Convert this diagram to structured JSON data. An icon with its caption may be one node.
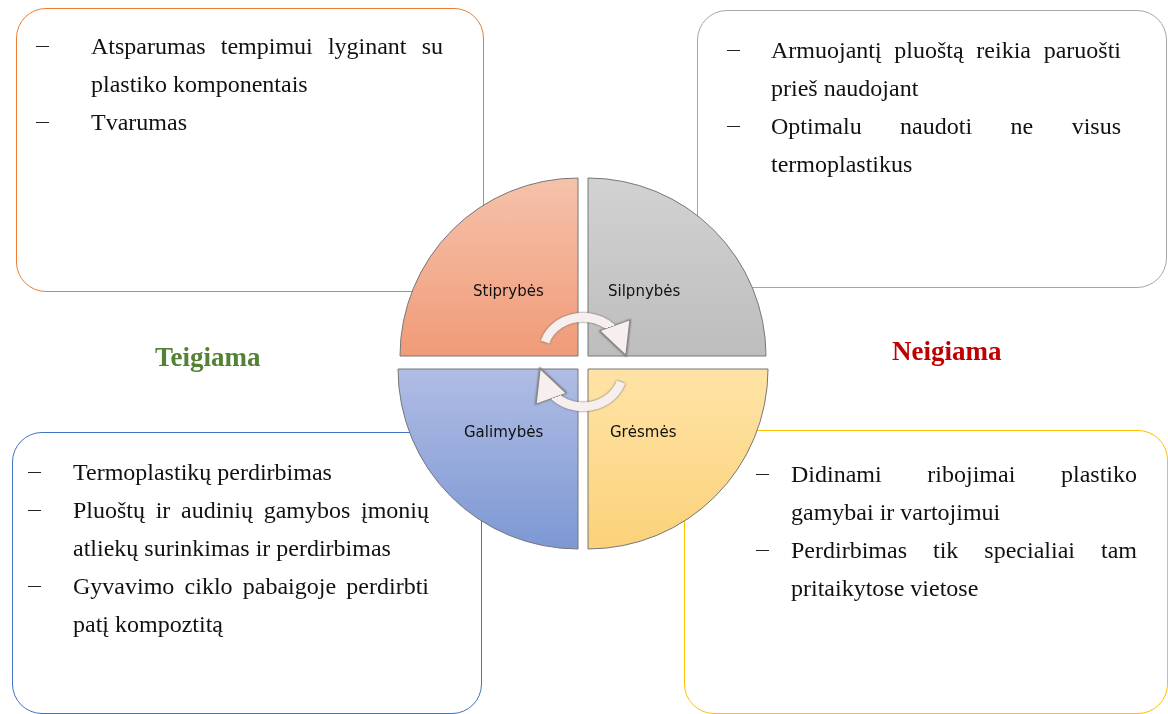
{
  "diagram": {
    "nodes": [
      {
        "text": [
          "Atsparumas tempimui lyginant su plastiko komponentais",
          "Tvarumas"
        ]
      },
      {
        "text": [
          "Armuojantį pluoštą reikia paruošti prieš naudojant",
          "Optimalu naudoti ne visus termoplastikus"
        ]
      },
      {
        "text": [
          "Stiprybės"
        ]
      },
      {
        "text": [
          "Silpnybės"
        ]
      },
      {
        "text": [
          "Galimybės"
        ]
      },
      {
        "text": [
          "Grėsmės"
        ]
      },
      {
        "text": [
          "Termoplastikų perdirbimas",
          "Pluoštų ir audinių gamybos įmonių atliekų surinkimas ir perdirbimas",
          "Gyvavimo ciklo pabaigoje perdirbti patį kompoztitą"
        ]
      },
      {
        "text": [
          "Didinami ribojimai plastiko gamybai ir vartojimui",
          "Perdirbimas tik specialiai tam pritaikytose vietose"
        ]
      }
    ],
    "edges": [
      {
        "from": 2,
        "to": 3,
        "arrow": "to"
      },
      {
        "from": 5,
        "to": 4,
        "arrow": "to"
      }
    ],
    "labels": [
      "Teigiama",
      "Neigiama"
    ]
  }
}
